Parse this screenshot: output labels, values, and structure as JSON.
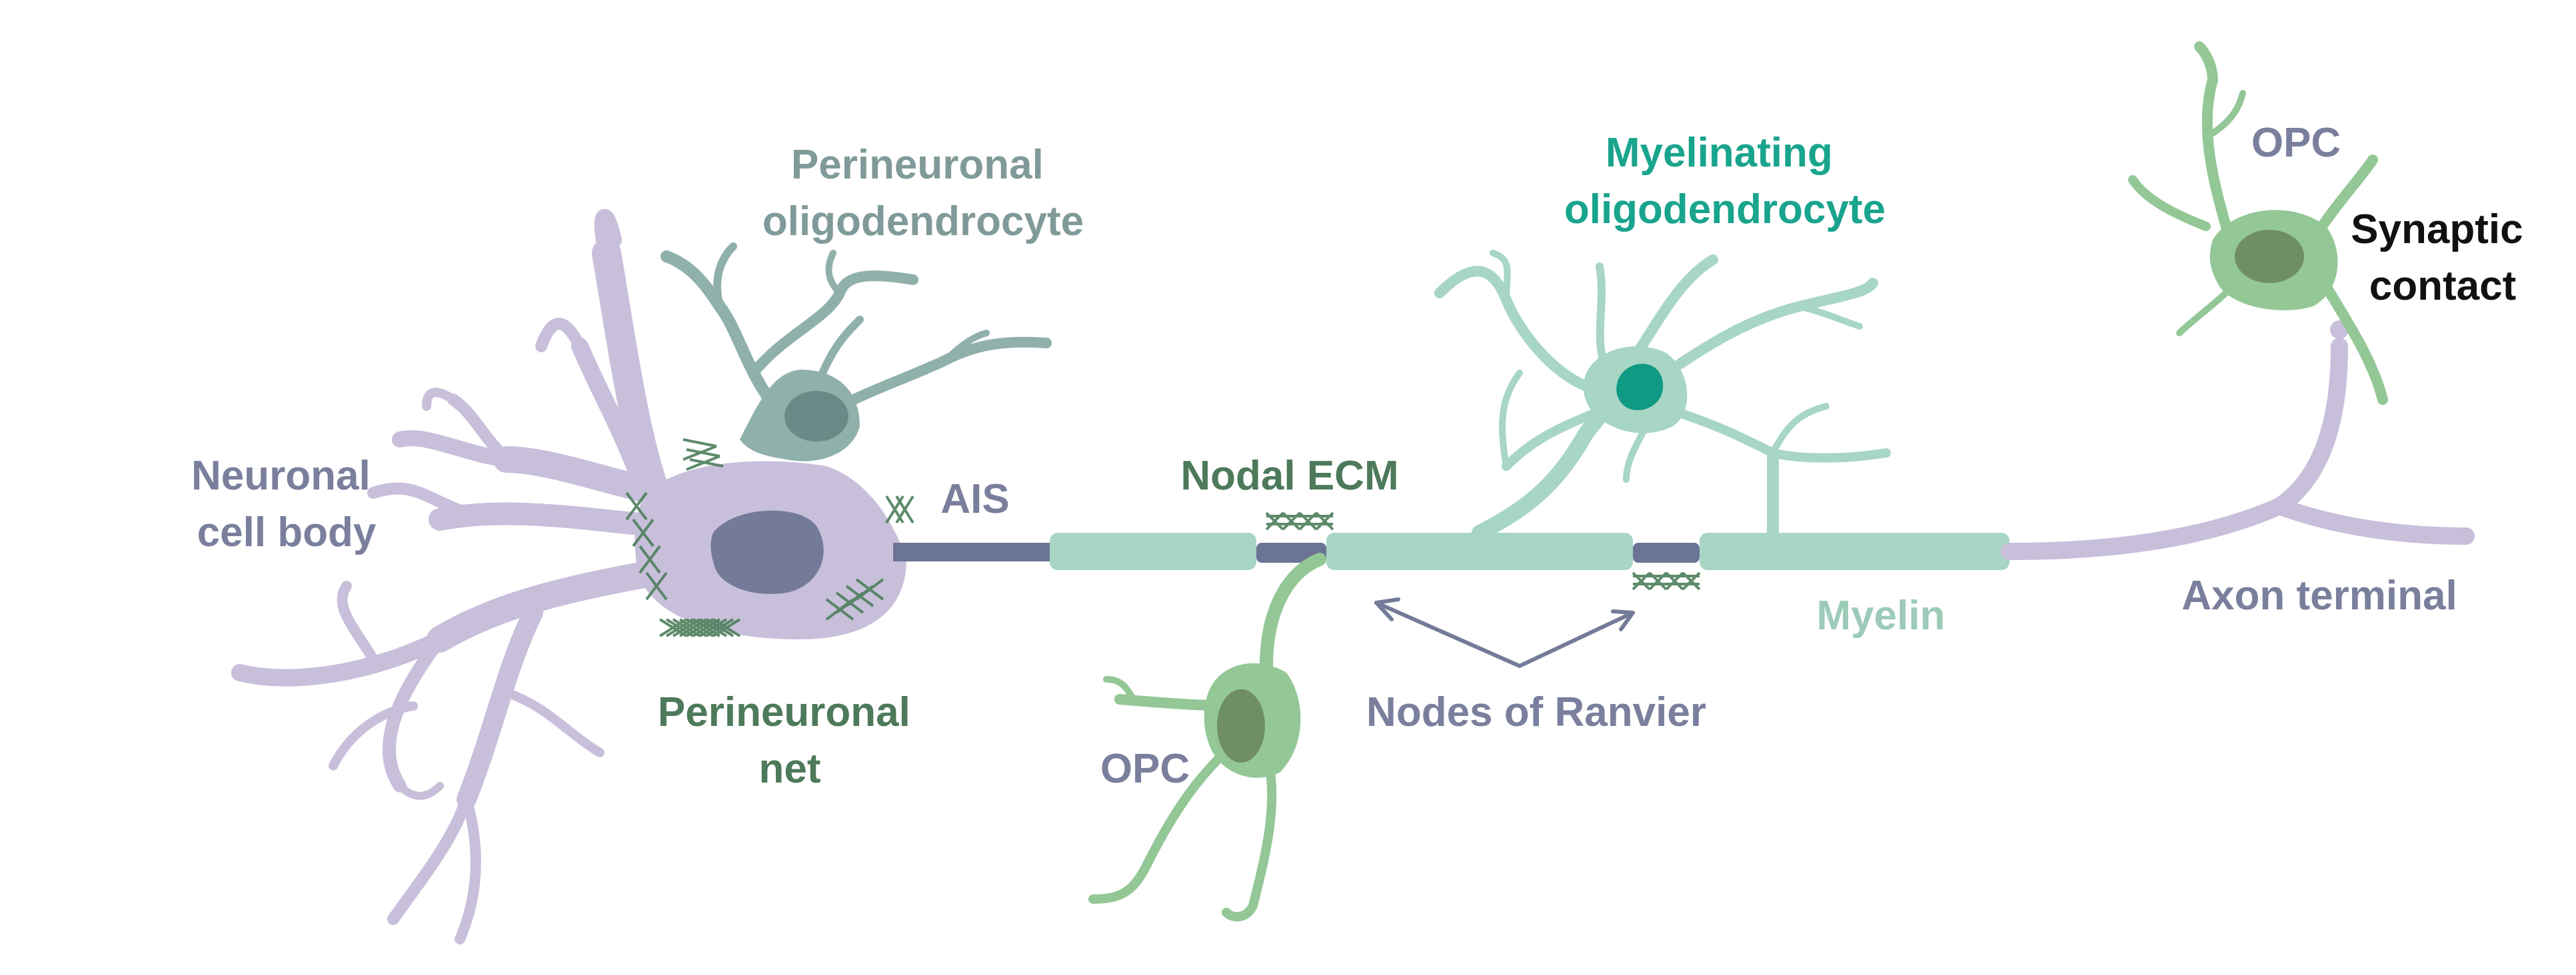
{
  "labels": {
    "neuronal_cell_body_line1": "Neuronal",
    "neuronal_cell_body_line2": "cell body",
    "perineuronal_oligo_line1": "Perineuronal",
    "perineuronal_oligo_line2": "oligodendrocyte",
    "perineuronal_net_line1": "Perineuronal",
    "perineuronal_net_line2": "net",
    "ais": "AIS",
    "nodal_ecm": "Nodal ECM",
    "opc_bottom": "OPC",
    "nodes_of_ranvier": "Nodes of Ranvier",
    "myelinating_oligo_line1": "Myelinating",
    "myelinating_oligo_line2": "oligodendrocyte",
    "myelin": "Myelin",
    "opc_top": "OPC",
    "synaptic_contact_line1": "Synaptic",
    "synaptic_contact_line2": "contact",
    "axon_terminal": "Axon terminal"
  },
  "colors": {
    "neuron": "#c8bfdb",
    "neuron_nucleus": "#737b98",
    "perineuronal_oligo": "#8fb0ab",
    "perineuronal_oligo_nucleus": "#6b8a87",
    "myelin": "#a7d6c4",
    "myelinating_oligo_nucleus": "#0f9a84",
    "node": "#6c7495",
    "opc": "#93c796",
    "opc_nucleus": "#6f8e62",
    "ecm_net": "#4d7f5c",
    "label_slate": "#7a7f9d",
    "label_teal_grey": "#809a99",
    "label_dark_green": "#4d7a5a",
    "label_teal": "#19a48d",
    "label_myelin": "#9ccbb8",
    "label_black": "#111111"
  }
}
